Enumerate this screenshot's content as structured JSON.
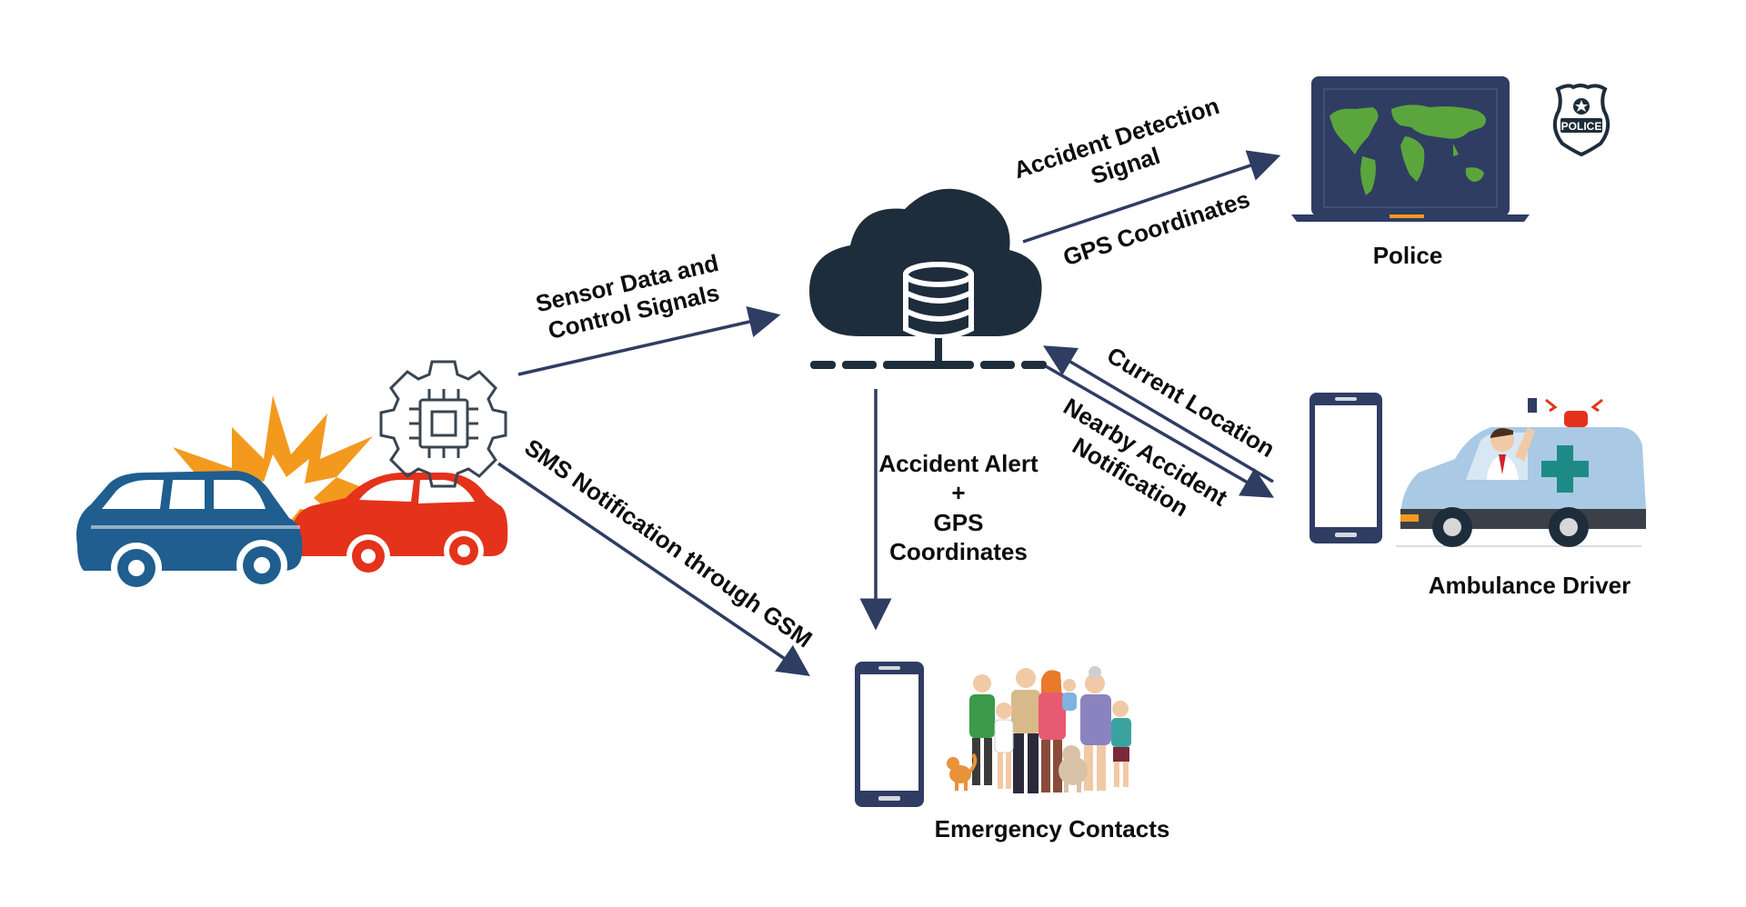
{
  "nodes": {
    "police": "Police",
    "ambulance_driver": "Ambulance Driver",
    "emergency_contacts": "Emergency Contacts",
    "police_badge_text": "POLICE"
  },
  "edges": {
    "sensor_data": [
      "Sensor Data and",
      "Control Signals"
    ],
    "accident_detection": [
      "Accident Detection",
      "Signal"
    ],
    "gps_coordinates": "GPS Coordinates",
    "current_location": "Current Location",
    "nearby_accident": [
      "Nearby Accident",
      "Notification"
    ],
    "accident_alert": [
      "Accident Alert",
      "+",
      "GPS",
      "Coordinates"
    ],
    "sms_notification": "SMS Notification through GSM"
  },
  "colors": {
    "arrow": "#2f3d63",
    "cloud": "#1e2d3b",
    "blue_car": "#1f5e8f",
    "red_car": "#e5321a",
    "crash_burst": "#f39a1e",
    "map_land": "#5aa63c",
    "screen": "#2f3d63",
    "ambulance_body": "#a9c9e4",
    "ambulance_cross": "#1e8a86",
    "siren": "#e5321a"
  },
  "icons": [
    "crash-cars-icon",
    "chip-gear-icon",
    "cloud-database-icon",
    "laptop-world-map-icon",
    "police-badge-icon",
    "smartphone-icon",
    "ambulance-icon",
    "family-group-icon"
  ]
}
